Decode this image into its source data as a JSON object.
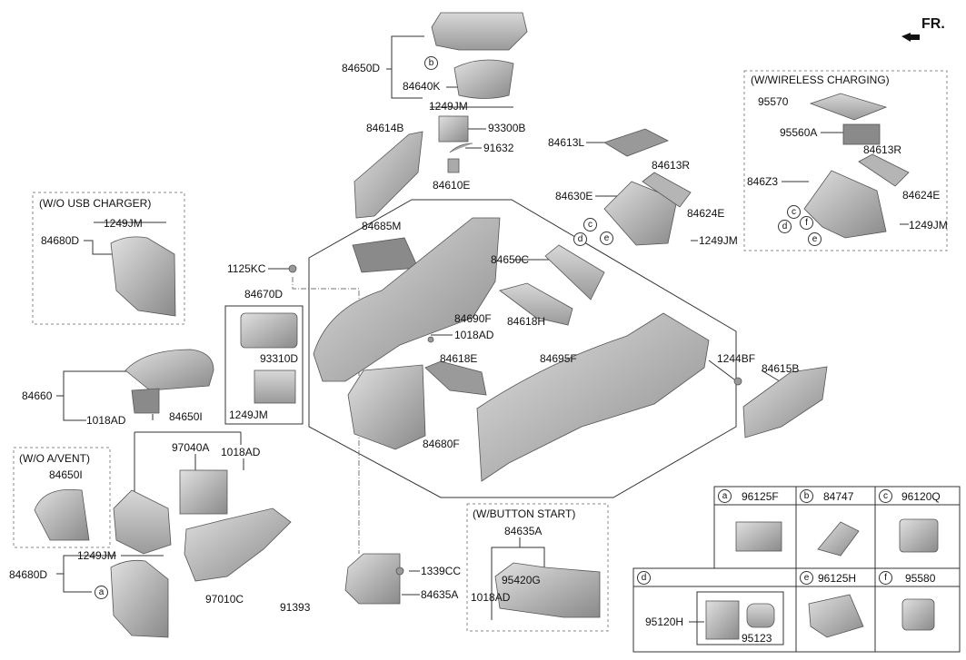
{
  "direction": "FR.",
  "groups": {
    "wireless_charging": "(W/WIRELESS CHARGING)",
    "usb_charger": "(W/O USB CHARGER)",
    "a_vent": "(W/O A/VENT)",
    "button_start": "(W/BUTTON START)"
  },
  "labels": {
    "p84650D": "84650D",
    "p84640K": "84640K",
    "p1249JM_top": "1249JM",
    "p84614B": "84614B",
    "p93300B": "93300B",
    "p91632": "91632",
    "p84610E": "84610E",
    "p84613L": "84613L",
    "p84613R": "84613R",
    "p84630E": "84630E",
    "p84624E": "84624E",
    "p1249JM_mid": "1249JM",
    "p95570": "95570",
    "p95560A": "95560A",
    "p84613R_w": "84613R",
    "p846Z3": "846Z3",
    "p84624E_w": "84624E",
    "p1249JM_w": "1249JM",
    "p1249JM_usb": "1249JM",
    "p84680D_usb": "84680D",
    "p84685M": "84685M",
    "p84650C": "84650C",
    "p1125KC": "1125KC",
    "p84670D": "84670D",
    "p84690F": "84690F",
    "p84618H": "84618H",
    "p1018AD_c": "1018AD",
    "p84618E": "84618E",
    "p84695F": "84695F",
    "p1244BF": "1244BF",
    "p84615B": "84615B",
    "p93310D": "93310D",
    "p1249JM_l": "1249JM",
    "p84660": "84660",
    "p1018AD_l": "1018AD",
    "p84650I": "84650I",
    "p97040A": "97040A",
    "p1018AD_v": "1018AD",
    "p84650I_v": "84650I",
    "p84680F": "84680F",
    "p1249JM_b": "1249JM",
    "p84680D_b": "84680D",
    "p97010C": "97010C",
    "p91393": "91393",
    "p1339CC": "1339CC",
    "p84635A": "84635A",
    "p84635A_bs": "84635A",
    "p95420G": "95420G",
    "p1018AD_bs": "1018AD"
  },
  "callouts": [
    "a",
    "b",
    "c",
    "d",
    "e",
    "f"
  ],
  "legend": {
    "a": {
      "letter": "a",
      "part": "96125F"
    },
    "b": {
      "letter": "b",
      "part": "84747"
    },
    "c": {
      "letter": "c",
      "part": "96120Q"
    },
    "d": {
      "letter": "d",
      "part": "",
      "sub1": "95120H",
      "sub2": "95123"
    },
    "e": {
      "letter": "e",
      "part": "96125H"
    },
    "f": {
      "letter": "f",
      "part": "95580"
    }
  },
  "colors": {
    "part_fill": "#c9c9c9",
    "part_dark": "#8f8f8f",
    "line": "#222222"
  }
}
